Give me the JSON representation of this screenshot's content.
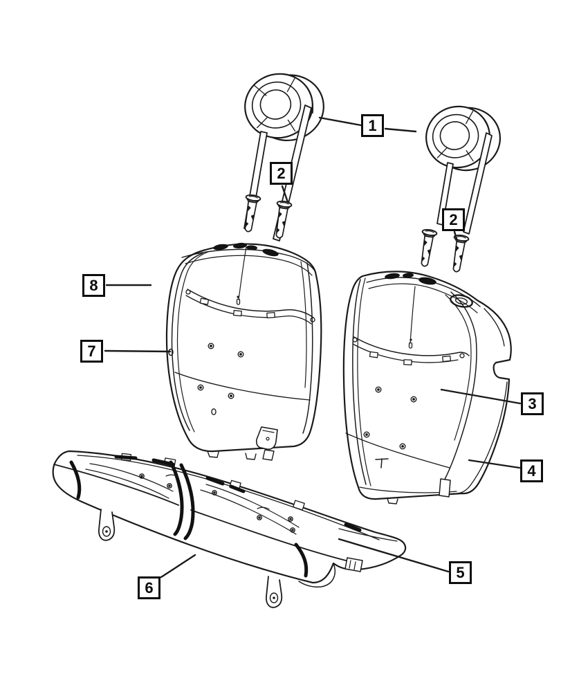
{
  "diagram": {
    "background_color": "#ffffff",
    "line_color": "#1a1a1a",
    "callout_border_color": "#0d0d0d",
    "callouts": [
      {
        "label": "1"
      },
      {
        "label": "2"
      },
      {
        "label": "2"
      },
      {
        "label": "3"
      },
      {
        "label": "4"
      },
      {
        "label": "5"
      },
      {
        "label": "6"
      },
      {
        "label": "7"
      },
      {
        "label": "8"
      }
    ]
  }
}
